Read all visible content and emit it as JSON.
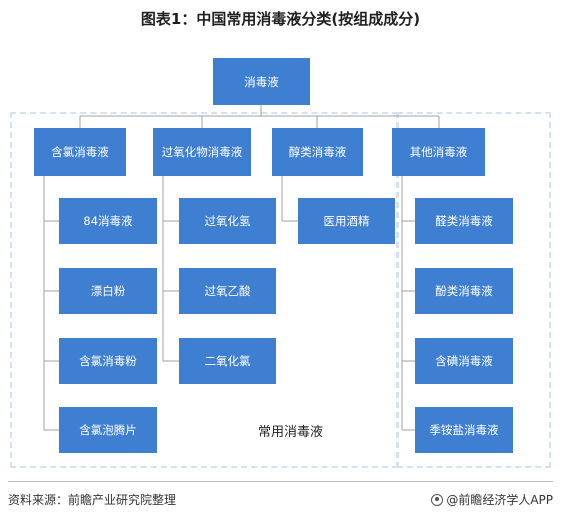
{
  "title": "图表1：中国常用消毒液分类(按组成成分)",
  "root": "消毒液",
  "categories": [
    {
      "label": "含氯消毒液",
      "children": [
        "84消毒液",
        "漂白粉",
        "含氯消毒粉",
        "含氯泡腾片"
      ]
    },
    {
      "label": "过氧化物消毒液",
      "children": [
        "过氧化氢",
        "过氧乙酸",
        "二氧化氯"
      ]
    },
    {
      "label": "醇类消毒液",
      "children": [
        "医用酒精"
      ]
    },
    {
      "label": "其他消毒液",
      "children": [
        "醛类消毒液",
        "酚类消毒液",
        "含碘消毒液",
        "季铵盐消毒液"
      ]
    }
  ],
  "group_label": "常用消毒液",
  "source": "资料来源：前瞻产业研究院整理",
  "brand": "@前瞻经济学人APP",
  "colors": {
    "box": "#3f7fd1",
    "line": "#a0a0a0",
    "dash": "#d3e2f1"
  }
}
